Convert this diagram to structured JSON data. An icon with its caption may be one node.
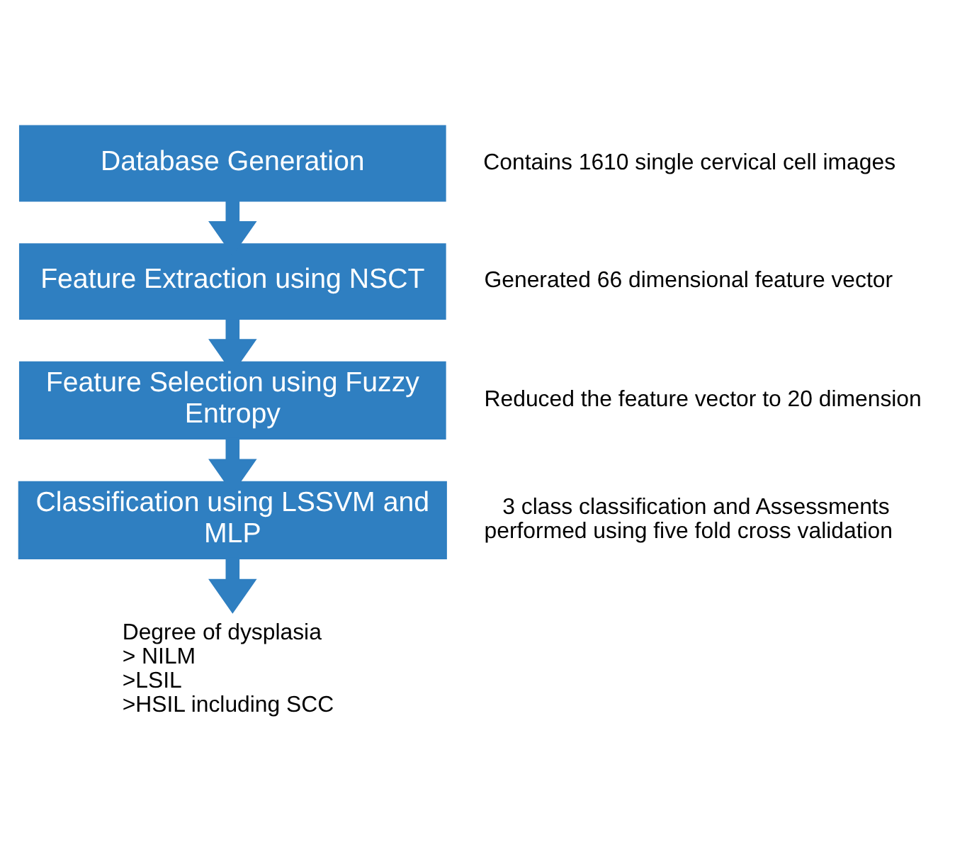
{
  "diagram": {
    "nodes": [
      {
        "text": [
          "Database Generation"
        ],
        "beside": [
          "Contains 1610 single cervical cell images"
        ]
      },
      {
        "text": [
          "Feature Extraction using NSCT"
        ],
        "beside": [
          "Generated 66 dimensional feature vector"
        ]
      },
      {
        "text": [
          "Feature Selection using Fuzzy Entropy"
        ],
        "beside": [
          "Reduced the feature vector to 20 dimension"
        ]
      },
      {
        "text": [
          "Classification using LSSVM and MLP"
        ],
        "beside": [
          "3 class classification and Assessments performed using five fold cross validation"
        ]
      },
      {
        "text": [
          "Degree of dysplasia",
          "> NILM",
          ">LSIL",
          ">HSIL including SCC"
        ]
      }
    ],
    "edges": [
      {
        "from": 0,
        "to": 1,
        "arrow": "to"
      },
      {
        "from": 1,
        "to": 2,
        "arrow": "to"
      },
      {
        "from": 2,
        "to": 3,
        "arrow": "to"
      },
      {
        "from": 3,
        "to": 4,
        "arrow": "to"
      }
    ]
  }
}
